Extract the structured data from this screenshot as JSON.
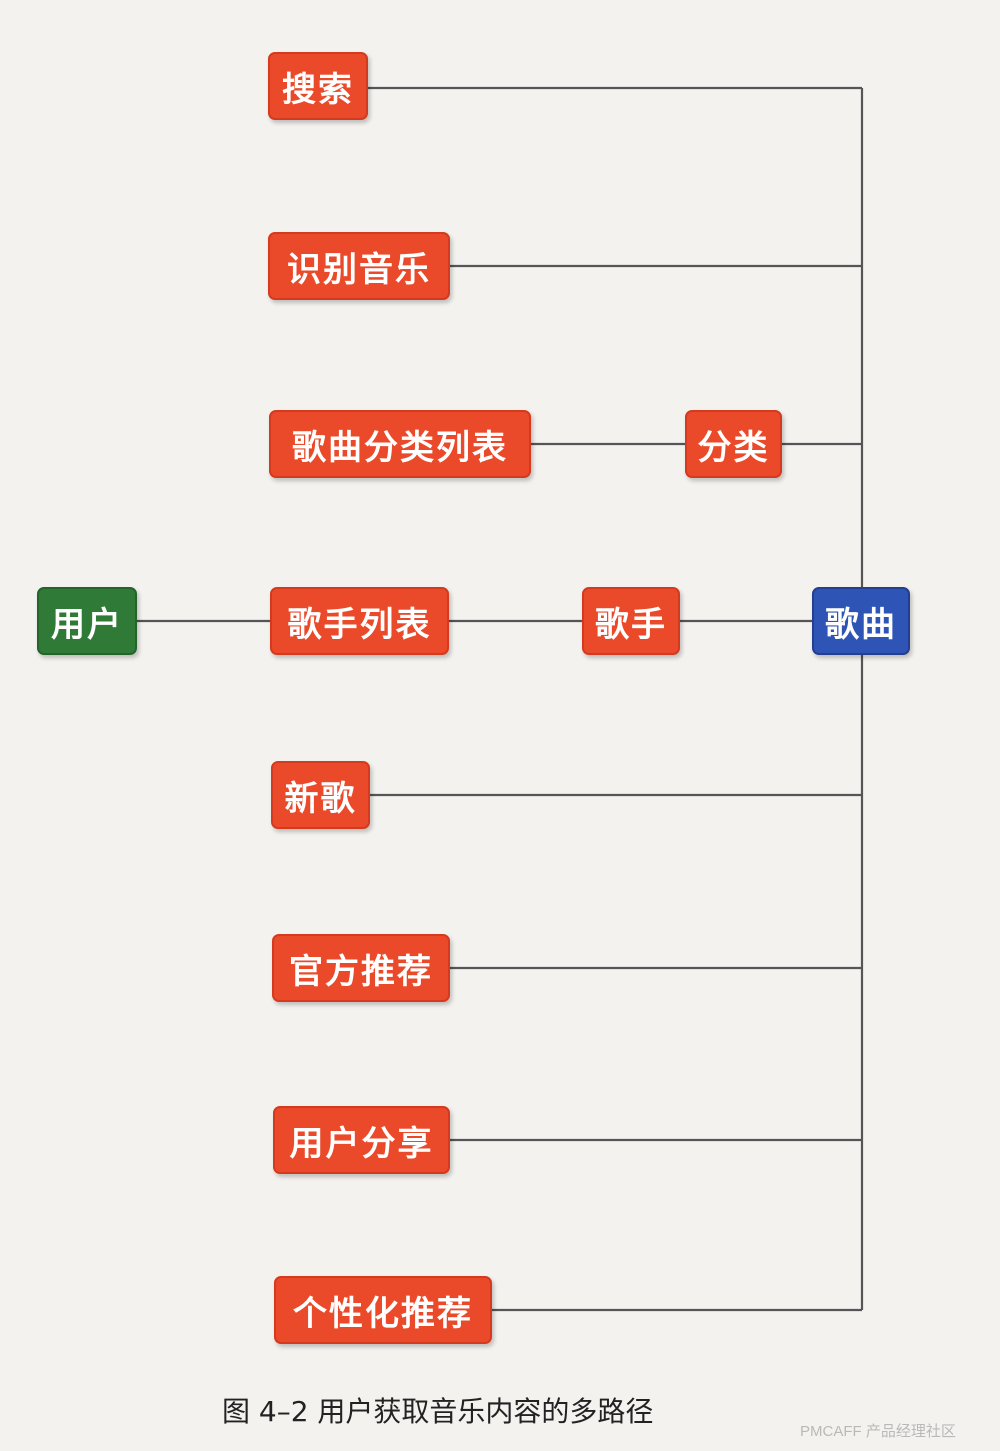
{
  "nodes": {
    "user": "用户",
    "search": "搜索",
    "recognize_music": "识别音乐",
    "song_category_list": "歌曲分类列表",
    "category": "分类",
    "singer_list": "歌手列表",
    "singer": "歌手",
    "song": "歌曲",
    "new_songs": "新歌",
    "official_recommendation": "官方推荐",
    "user_share": "用户分享",
    "personalized_recommendation": "个性化推荐"
  },
  "caption": "图 4–2   用户获取音乐内容的多路径",
  "watermark": "PMCAFF 产品经理社区",
  "colors": {
    "path_node": "#ea4a2a",
    "user_node": "#2f7a36",
    "song_node": "#2e55b5",
    "connector": "#555555"
  }
}
